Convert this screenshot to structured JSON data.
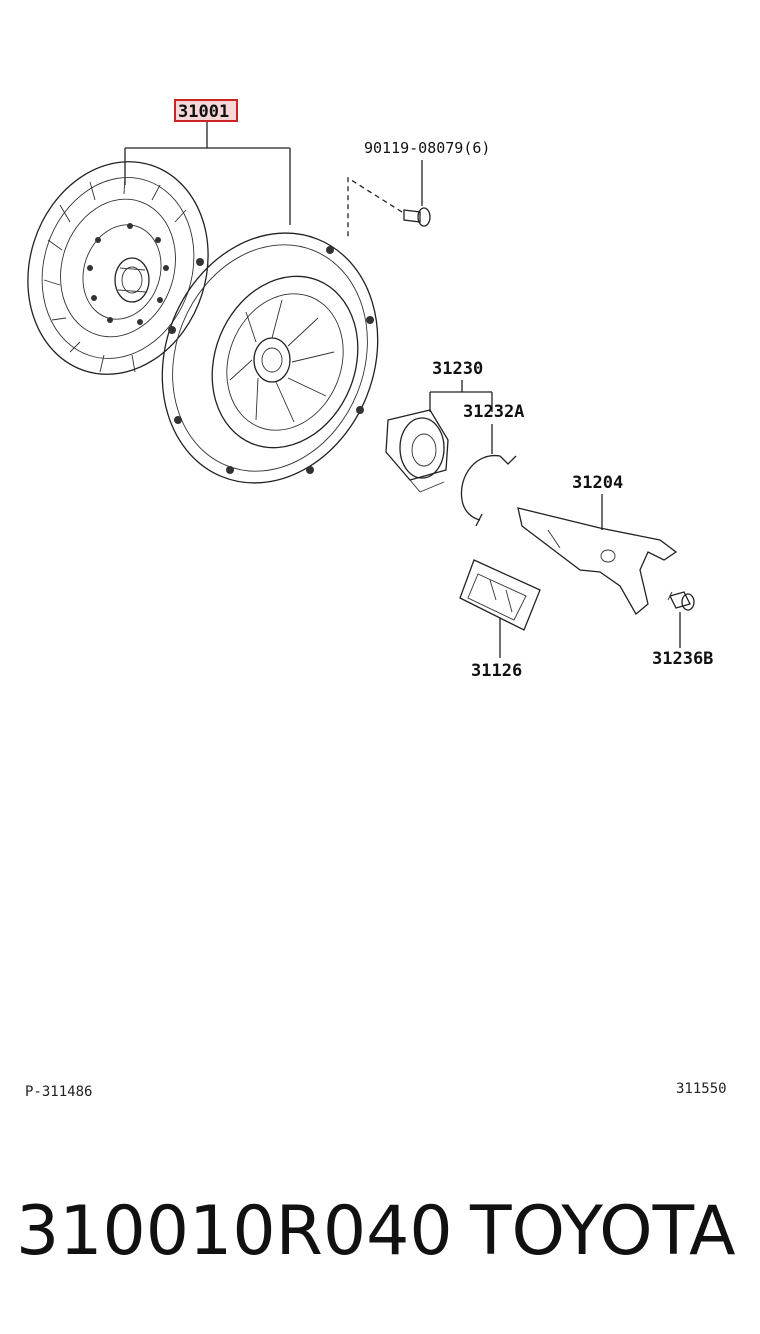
{
  "diagram": {
    "callouts": {
      "clutch_kit": "31001",
      "bolt": "90119-08079(6)",
      "bearing_assembly": "31230",
      "bearing_clip": "31232A",
      "release_fork": "31204",
      "fork_boot": "31126",
      "pivot_stud": "31236B"
    },
    "highlight_color": "#cc2222"
  },
  "footer": {
    "ref_left": "P-311486",
    "ref_right": "311550"
  },
  "caption": {
    "part_number": "310010R040",
    "brand": "TOYOTA"
  }
}
